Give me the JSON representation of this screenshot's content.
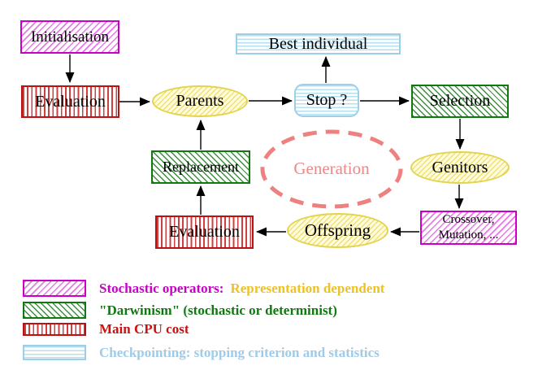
{
  "diagram": {
    "nodes": {
      "initialisation": {
        "label": "Initialisation"
      },
      "evaluation_top": {
        "label": "Evaluation"
      },
      "parents": {
        "label": "Parents"
      },
      "best_individual": {
        "label": "Best individual"
      },
      "stop": {
        "label": "Stop ?"
      },
      "selection": {
        "label": "Selection"
      },
      "genitors": {
        "label": "Genitors"
      },
      "crossover_mutation": {
        "line1": "Crossover,",
        "line2": "Mutation, ..."
      },
      "offspring": {
        "label": "Offspring"
      },
      "evaluation_bottom": {
        "label": "Evaluation"
      },
      "replacement": {
        "label": "Replacement"
      },
      "generation": {
        "label": "Generation"
      }
    },
    "palette": {
      "magenta": "#c800c8",
      "green": "#117711",
      "red": "#bb1111",
      "cyan_border": "#9fcfe8",
      "yellow_border": "#e2d44e",
      "salmon_dashed": "#ee8080",
      "arrow_black": "#000000"
    }
  },
  "legend": {
    "rows": [
      {
        "swatch": "stochastic-operators",
        "text": "Stochastic operators:",
        "text2": "Representation dependent",
        "text_color": "#c800c8",
        "text2_color": "#eec125"
      },
      {
        "swatch": "darwinism",
        "text": "\"Darwinism\" (stochastic or determinist)",
        "text_color": "#117711"
      },
      {
        "swatch": "main-cpu-cost",
        "text": "Main CPU cost",
        "text_color": "#cc1111"
      },
      {
        "swatch": "checkpointing",
        "text": "Checkpointing: stopping criterion and statistics",
        "text_color": "#9fcbe8"
      }
    ]
  }
}
